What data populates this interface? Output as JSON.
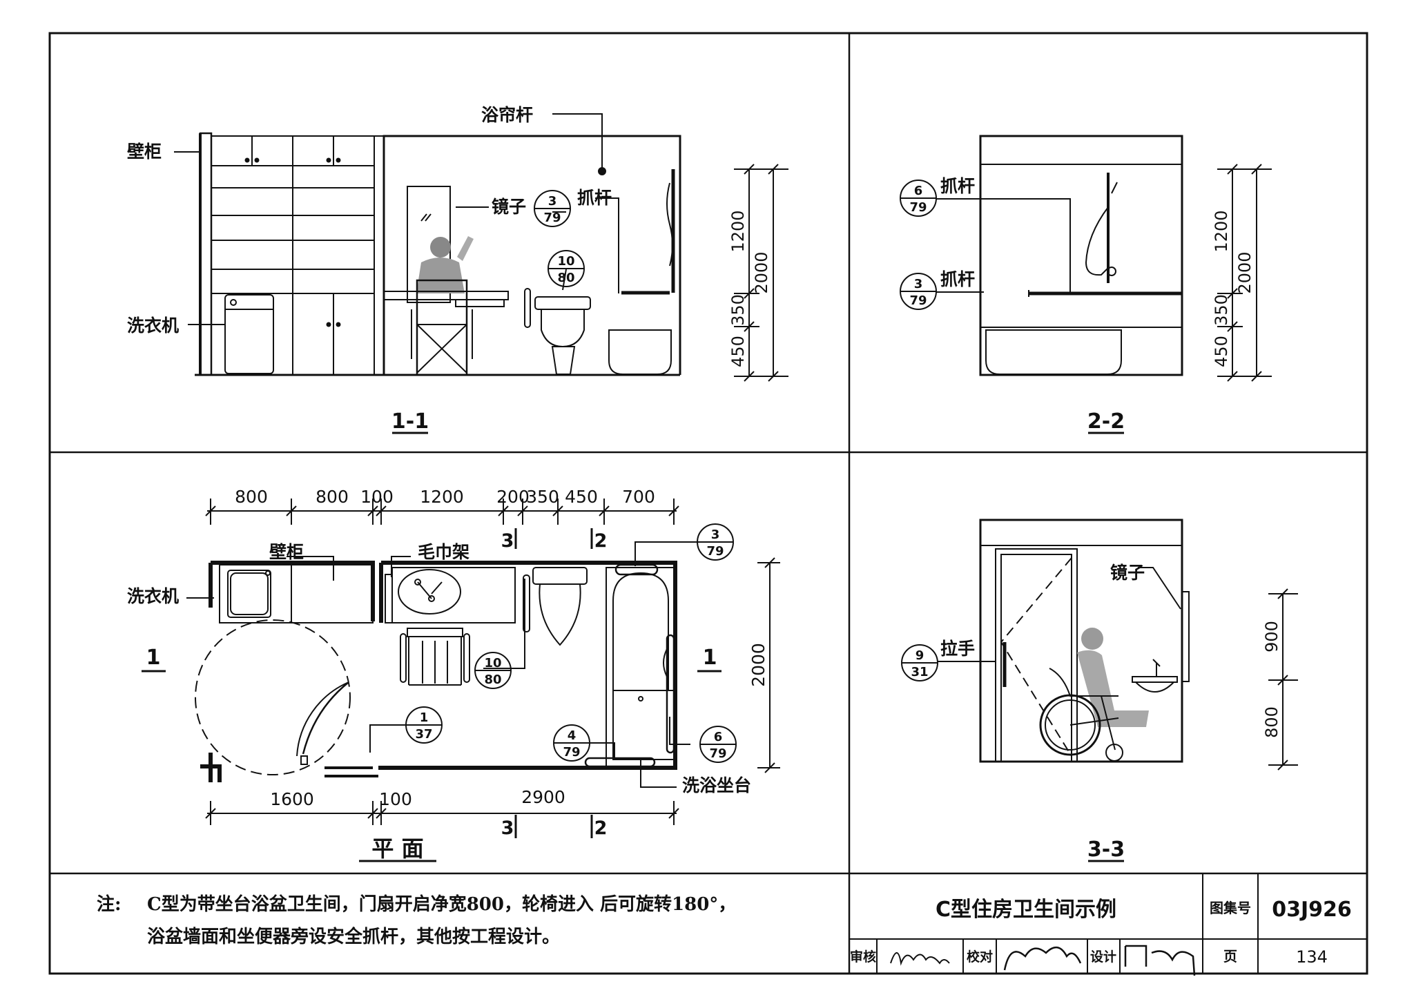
{
  "views": {
    "s11": {
      "title": "1-1",
      "labels": {
        "cabinet": "壁柜",
        "washer": "洗衣机",
        "curtain_rod": "浴帘杆",
        "mirror": "镜子",
        "grab_bar": "抓杆"
      },
      "callouts": [
        {
          "num": "3",
          "den": "79"
        },
        {
          "num": "10",
          "den": "80"
        }
      ],
      "dims": [
        "1200",
        "2000",
        "350",
        "450"
      ]
    },
    "s22": {
      "title": "2-2",
      "labels": {
        "grab_bar_upper": "抓杆",
        "grab_bar_lower": "抓杆"
      },
      "callouts": [
        {
          "num": "6",
          "den": "79"
        },
        {
          "num": "3",
          "den": "79"
        }
      ],
      "dims": [
        "1200",
        "2000",
        "350",
        "450"
      ]
    },
    "plan": {
      "title": "平 面",
      "labels": {
        "cabinet": "壁柜",
        "towel_rack": "毛巾架",
        "washer": "洗衣机",
        "bath_seat": "洗浴坐台"
      },
      "top_dims": [
        "800",
        "800",
        "100",
        "1200",
        "200",
        "350",
        "450",
        "700"
      ],
      "bottom_dims": [
        "1600",
        "100",
        "2900"
      ],
      "side_dim": "2000",
      "section_marks": {
        "s1": "1",
        "s2": "2",
        "s3": "3"
      },
      "callouts": [
        {
          "num": "3",
          "den": "79"
        },
        {
          "num": "10",
          "den": "80"
        },
        {
          "num": "1",
          "den": "37"
        },
        {
          "num": "4",
          "den": "79"
        },
        {
          "num": "6",
          "den": "79"
        }
      ]
    },
    "s33": {
      "title": "3-3",
      "labels": {
        "mirror": "镜子",
        "handle": "拉手"
      },
      "callouts": [
        {
          "num": "9",
          "den": "31"
        }
      ],
      "dims": [
        "900",
        "800"
      ]
    }
  },
  "note": {
    "label": "注:",
    "line1": "C型为带坐台浴盆卫生间，门扇开启净宽800，轮椅进入 后可旋转180°，",
    "line2": "浴盆墙面和坐便器旁设安全抓杆，其他按工程设计。"
  },
  "title_block": {
    "title": "C型住房卫生间示例",
    "atlas_label": "图集号",
    "atlas_no": "03J926",
    "review_label": "审核",
    "check_label": "校对",
    "design_label": "设计",
    "page_label": "页",
    "page_no": "134"
  }
}
